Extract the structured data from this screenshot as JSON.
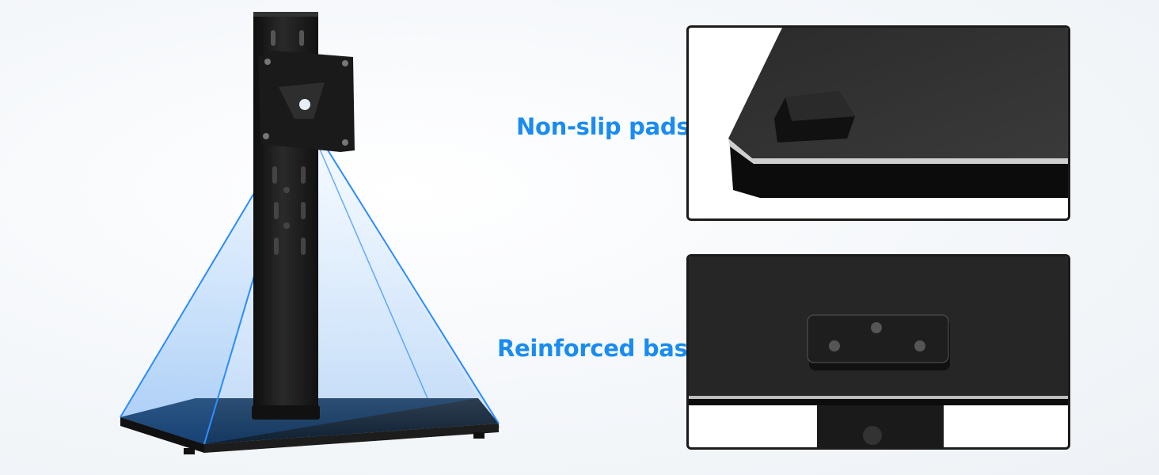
{
  "features": {
    "non_slip_label": "Non-slip pads",
    "reinforced_label": "Reinforced base"
  },
  "colors": {
    "accent": "#1a8cf0",
    "light_cone": "#3d9cff",
    "metal": "#1c1c1c"
  },
  "icons": [
    "monitor-stand-illustration",
    "non-slip-pad-closeup",
    "base-plate-closeup"
  ]
}
